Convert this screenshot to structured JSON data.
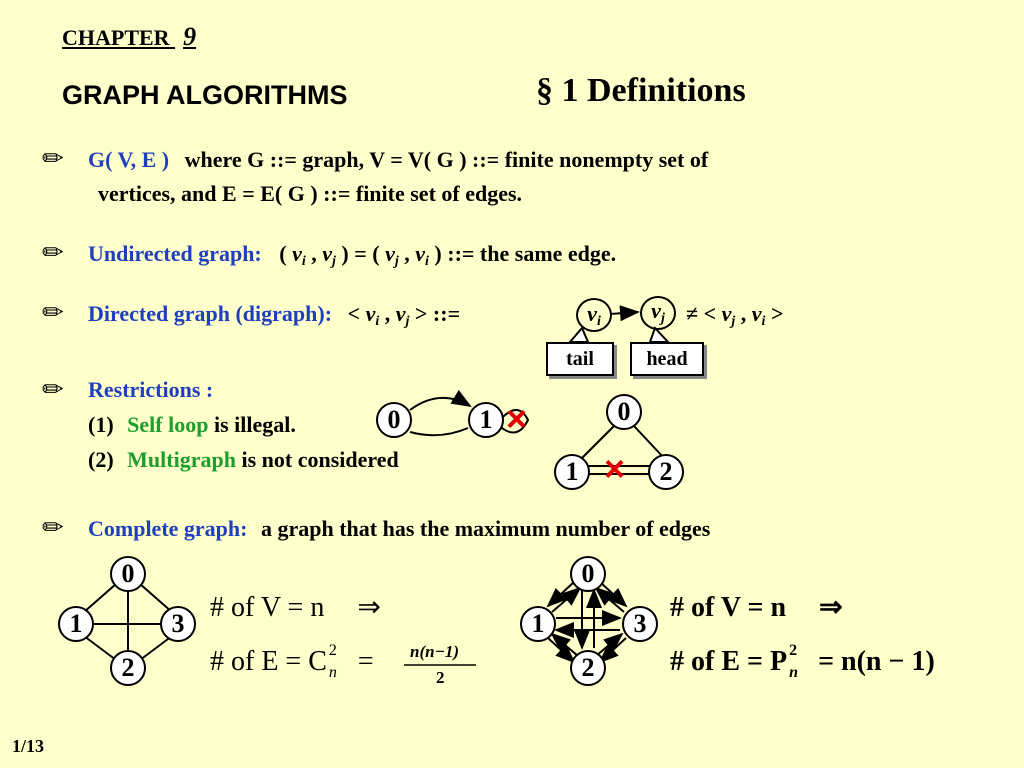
{
  "header": {
    "chapter_label": "CHAPTER",
    "chapter_num": "9",
    "title": "GRAPH ALGORITHMS",
    "section": "§ 1  Definitions"
  },
  "bullets": {
    "b1": {
      "term": "G( V, E )",
      "text1": "where  G ::= graph, V = V( G ) ::= finite nonempty set of",
      "text2": "vertices, and E = E( G ) ::= finite set of edges."
    },
    "b2": {
      "term": "Undirected graph:",
      "open1": "( ",
      "v1": "v",
      "s1": "i",
      "comma1": " , ",
      "v2": "v",
      "s2": "j",
      "mid": " ) = ( ",
      "v3": "v",
      "s3": "j",
      "comma2": " , ",
      "v4": "v",
      "s4": "i",
      "end": " ) ::= the same edge."
    },
    "b3": {
      "term": "Directed graph (digraph):",
      "lt": "< ",
      "v1": "v",
      "s1": "i",
      "comma": " , ",
      "v2": "v",
      "s2": "j",
      "gt": " > ::=",
      "node_i": "v",
      "node_i_sub": "i",
      "node_j": "v",
      "node_j_sub": "j",
      "neq": "≠ < ",
      "v3": "v",
      "s3": "j",
      "comma2": " , ",
      "v4": "v",
      "s4": "i",
      "gt2": " >",
      "tail": "tail",
      "head": "head"
    },
    "b4": {
      "term": "Restrictions :",
      "r1_num": "(1)",
      "r1_term": "Self loop",
      "r1_rest": " is illegal.",
      "r2_num": "(2)",
      "r2_term": "Multigraph",
      "r2_rest": " is not considered"
    },
    "b5": {
      "term": "Complete graph:",
      "text": "a graph that has the maximum number of edges"
    }
  },
  "restriction_graphs": {
    "loop_nodes": [
      "0",
      "1"
    ],
    "multi_nodes": [
      "0",
      "1",
      "2"
    ],
    "x": "×"
  },
  "complete_graphs": {
    "undirected_nodes": [
      "0",
      "1",
      "3",
      "2"
    ],
    "directed_nodes": [
      "0",
      "1",
      "3",
      "2"
    ]
  },
  "formulas": {
    "left_v": "# of V = n",
    "arrow": "⇒",
    "left_e_lhs": "# of E = C",
    "left_e_sup": "2",
    "left_e_sub": "n",
    "eq": "=",
    "frac_num": "n(n−1)",
    "frac_den": "2",
    "right_v": "# of V = n",
    "right_e_lhs": "# of E = P",
    "right_e_sup": "2",
    "right_e_sub": "n",
    "right_e_rhs": "= n(n − 1)"
  },
  "footer": {
    "page": "1/13"
  },
  "colors": {
    "background": "#FFFFCC",
    "term_blue": "#1F3FBF",
    "term_green": "#1E9E2E",
    "cross_red": "#E00000"
  },
  "icons": {
    "bullet": "pencil-icon"
  }
}
